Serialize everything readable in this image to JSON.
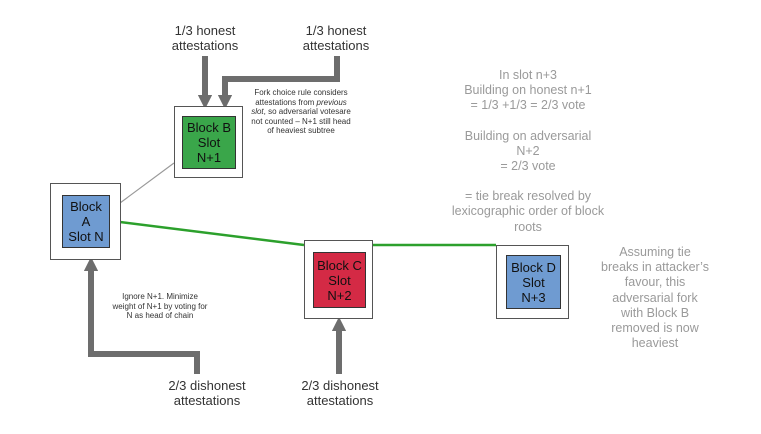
{
  "colors": {
    "block_a": "#6f9bd1",
    "block_b": "#3aa64a",
    "block_c": "#d42a45",
    "block_d": "#6f9bd1",
    "chain_link": "#2ca02c",
    "arrow": "#6d6d6d",
    "grey_text": "#9a9a9a"
  },
  "blocks": {
    "a": {
      "line1": "Block",
      "line2": "A",
      "line3": "Slot N"
    },
    "b": {
      "line1": "Block B",
      "line2": "Slot",
      "line3": "N+1"
    },
    "c": {
      "line1": "Block C",
      "line2": "Slot",
      "line3": "N+2"
    },
    "d": {
      "line1": "Block D",
      "line2": "Slot",
      "line3": "N+3"
    }
  },
  "attestations": {
    "honest_1": {
      "line1": "1/3 honest",
      "line2": "attestations"
    },
    "honest_2": {
      "line1": "1/3 honest",
      "line2": "attestations"
    },
    "dishonest_1": {
      "line1": "2/3 dishonest",
      "line2": "attestations"
    },
    "dishonest_2": {
      "line1": "2/3 dishonest",
      "line2": "attestations"
    }
  },
  "notes": {
    "fork_choice": {
      "line1": "Fork choice rule considers",
      "line2a": "attestations from ",
      "line2b": "previous",
      "line3a": "slot",
      "line3b": ", so adversarial votesare",
      "line4": "not counted – N+1 still head",
      "line5": "of heaviest subtree"
    },
    "ignore": {
      "line1": "Ignore N+1. Minimize",
      "line2": "weight of N+1 by voting for",
      "line3": "N as head of chain"
    }
  },
  "analysis": {
    "line1": "In slot n+3",
    "line2": "Building on honest n+1",
    "line3": "= 1/3 +1/3 = 2/3 vote",
    "line4": "Building on adversarial",
    "line5": "N+2",
    "line6": "= 2/3 vote",
    "line7": "= tie break resolved by",
    "line8": "lexicographic order of block",
    "line9": "roots"
  },
  "conclusion": {
    "line1": "Assuming tie",
    "line2": "breaks in attacker’s",
    "line3": "favour, this",
    "line4": "adversarial fork",
    "line5": "with Block B",
    "line6": "removed is now",
    "line7": "heaviest"
  }
}
